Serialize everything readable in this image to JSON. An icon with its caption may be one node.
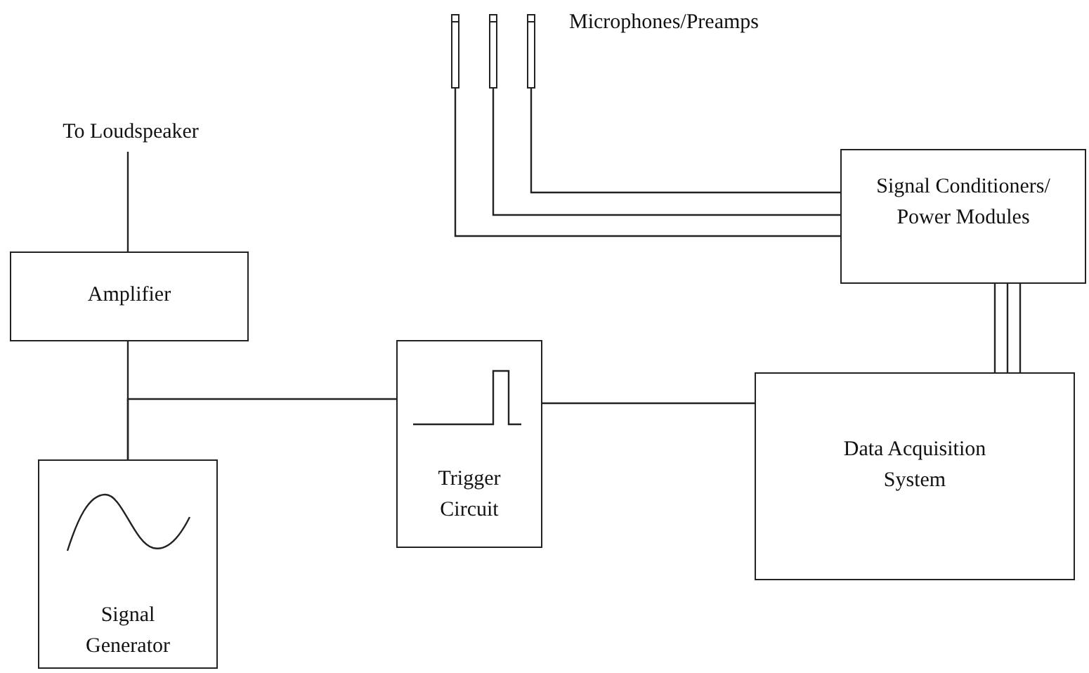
{
  "diagram": {
    "nodes": [
      {
        "text": [
          "To Loudspeaker"
        ]
      },
      {
        "text": [],
        "shape": "bar"
      },
      {
        "text": [],
        "shape": "bar"
      },
      {
        "text": [],
        "shape": "bar"
      },
      {
        "text": [
          "Signal Conditioners/ Power Modules"
        ]
      },
      {
        "text": [
          "Amplifier"
        ]
      },
      {
        "text": [
          "Trigger Circuit"
        ]
      },
      {
        "text": [
          "Data Acquisition System"
        ]
      },
      {
        "text": [
          "Signal Generator"
        ]
      }
    ],
    "edges": [
      {
        "from": 5,
        "to": 0,
        "arrow": "none"
      },
      {
        "from": 5,
        "to": 8,
        "arrow": "none"
      },
      {
        "from": 8,
        "to": 6,
        "arrow": "none"
      },
      {
        "from": 6,
        "to": 7,
        "arrow": "none"
      },
      {
        "from": 1,
        "to": 4,
        "arrow": "none"
      },
      {
        "from": 2,
        "to": 4,
        "arrow": "none"
      },
      {
        "from": 3,
        "to": 4,
        "arrow": "none"
      },
      {
        "from": 4,
        "to": 7,
        "arrow": "none"
      },
      {
        "from": 4,
        "to": 7,
        "arrow": "none"
      },
      {
        "from": 4,
        "to": 7,
        "arrow": "none"
      }
    ],
    "labels": [
      "Microphones/Preamps"
    ]
  }
}
